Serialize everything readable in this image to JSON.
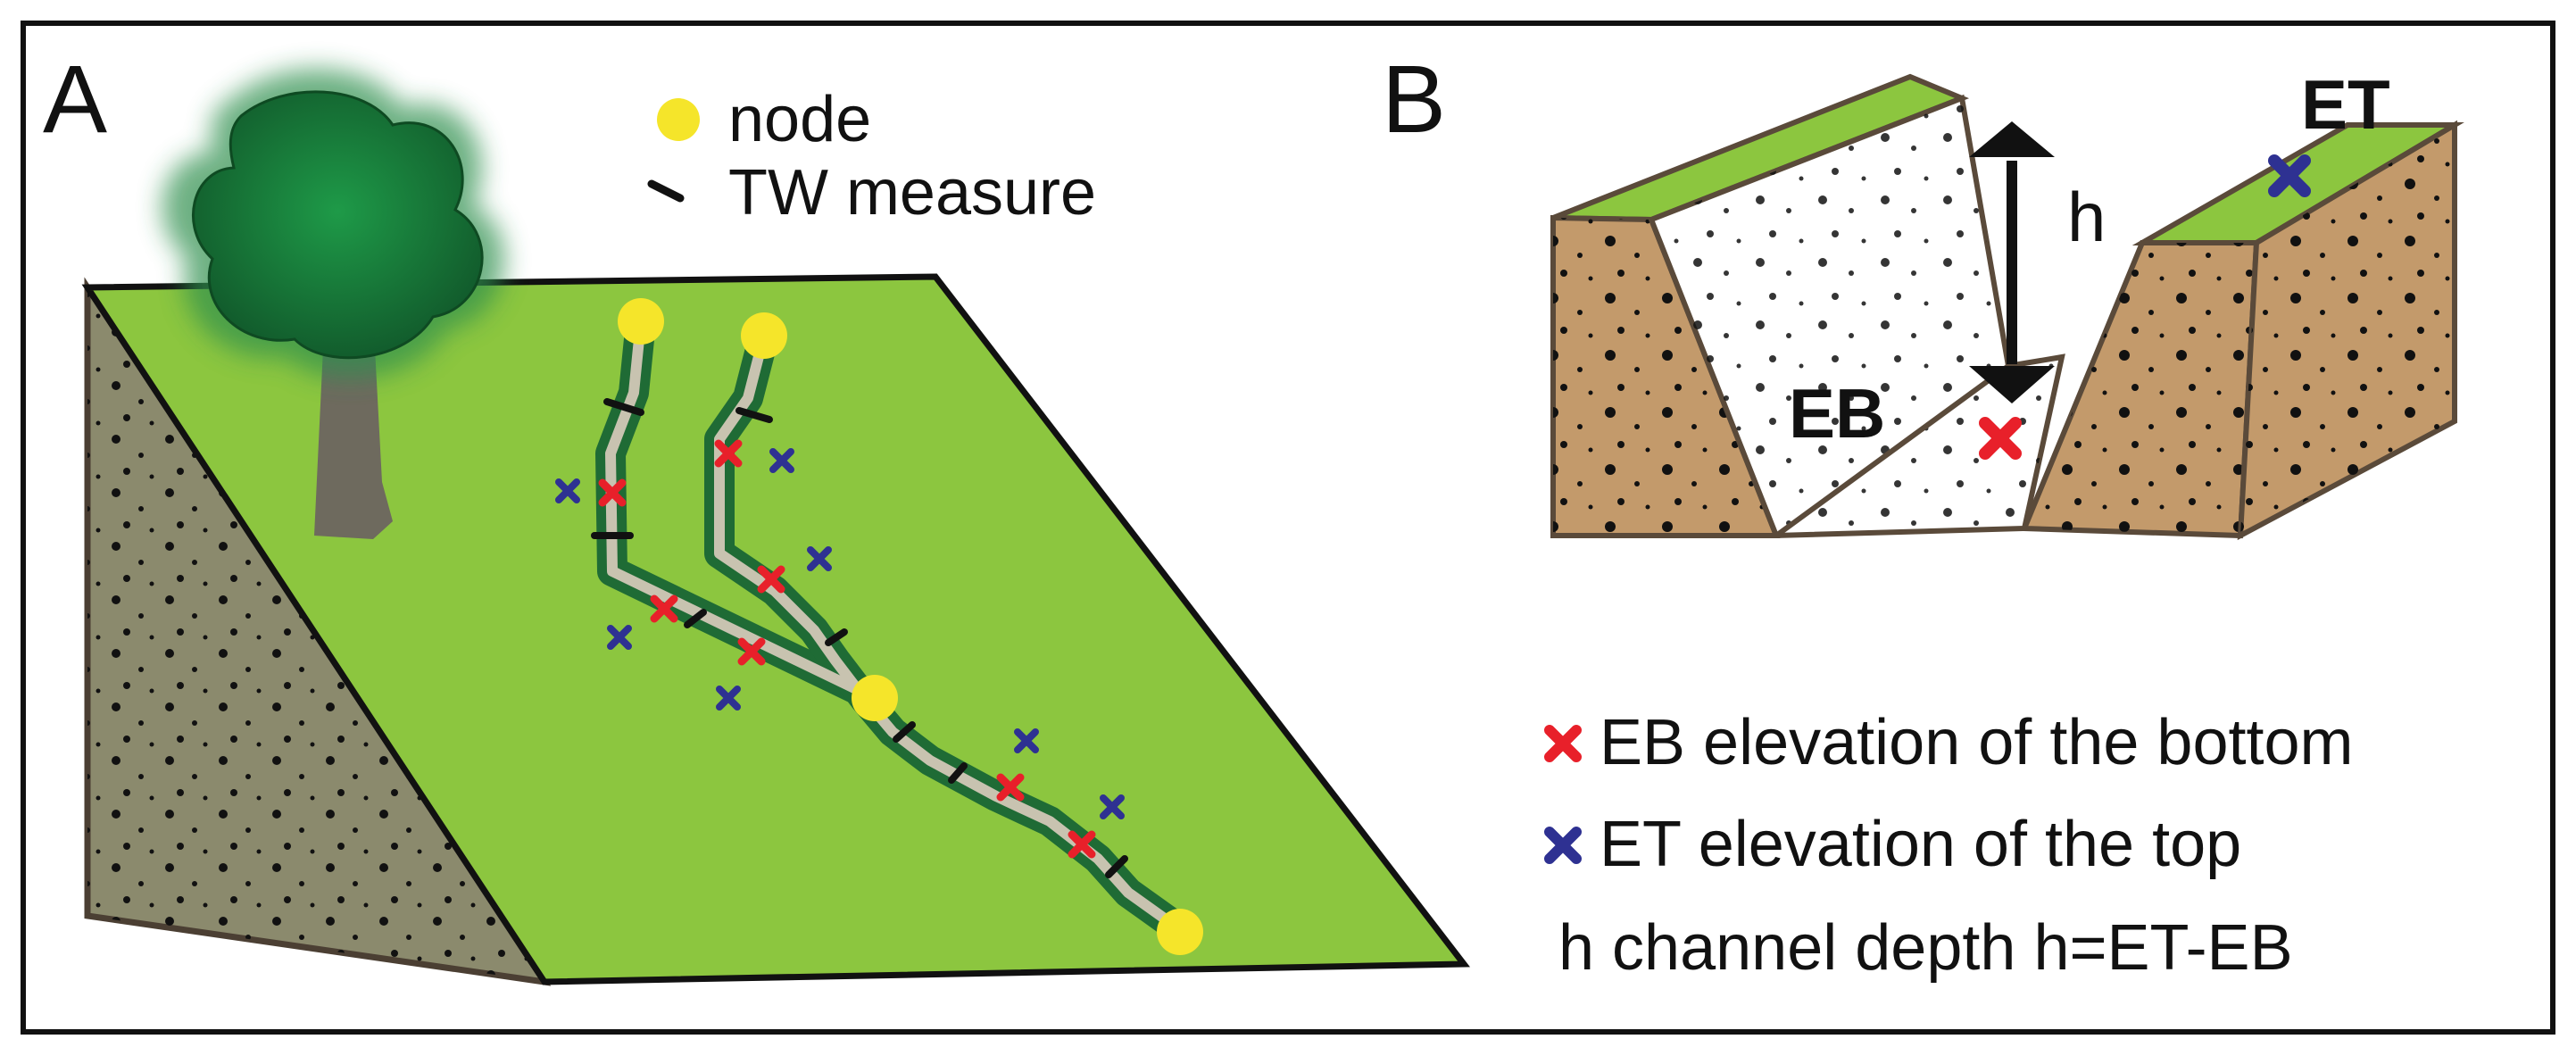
{
  "panel_a": {
    "label": "A",
    "legend": {
      "node_label": "node",
      "tw_label": "TW measure"
    }
  },
  "panel_b": {
    "label": "B",
    "et_label": "ET",
    "eb_label": "EB",
    "h_label": "h"
  },
  "legend_bottom": {
    "eb_text": "EB elevation of the bottom",
    "et_text": "ET elevation of the top",
    "h_text": "h channel depth h=ET-EB"
  },
  "colors": {
    "grass": "#8cc63f",
    "soil_side": "#8b8a6d",
    "soil_brown": "#c39a6b",
    "stream_edge": "#1f6b35",
    "stream_core": "#c8c3b0",
    "node": "#f5e52a",
    "eb_cross": "#e8202a",
    "et_cross": "#2e3192",
    "tree_canopy": "#1a7a3a",
    "tree_trunk": "#6e6a5e"
  },
  "icons": {
    "node": "yellow-circle",
    "tw_measure": "short-dash",
    "eb": "red-x",
    "et": "blue-x"
  }
}
